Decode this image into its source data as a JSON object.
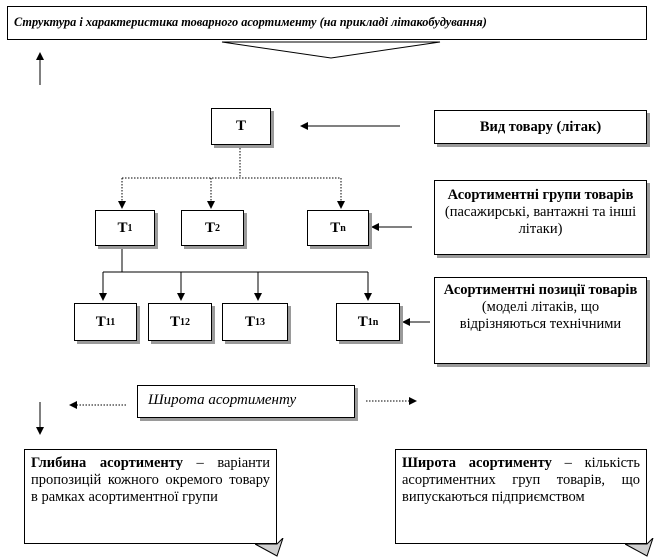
{
  "title": "Структура і характеристика товарного асортименту (на прикладі літакобудування)",
  "nodes": {
    "t": "Т",
    "t1_base": "Т",
    "t1_sub": "1",
    "t2_base": "Т",
    "t2_sub": "2",
    "tn_base": "Т",
    "tn_sub": "n",
    "t11_base": "Т",
    "t11_sub": "11",
    "t12_base": "Т",
    "t12_sub": "12",
    "t13_base": "Т",
    "t13_sub": "13",
    "t1n_base": "Т",
    "t1n_sub": "1n"
  },
  "labels": {
    "product_type_bold": "Вид товару",
    "product_type_rest": " (літак)",
    "groups_bold": "Асортиментні групи товарів",
    "groups_rest": " (пасажирські, вантажні та інші літаки)",
    "positions_bold": "Асортиментні позиції товарів",
    "positions_rest": " (моделі літаків, що відрізняються технічними"
  },
  "width_label": "Широта асортименту",
  "notes": {
    "depth_term": "Глибина асортименту",
    "depth_def": " – варіанти пропозицій кожного окремого товару в рамках асортиментної групи",
    "width_term": "Широта асортименту",
    "width_def": " – кількість асортиментних груп товарів, що випускаються підприємством"
  }
}
